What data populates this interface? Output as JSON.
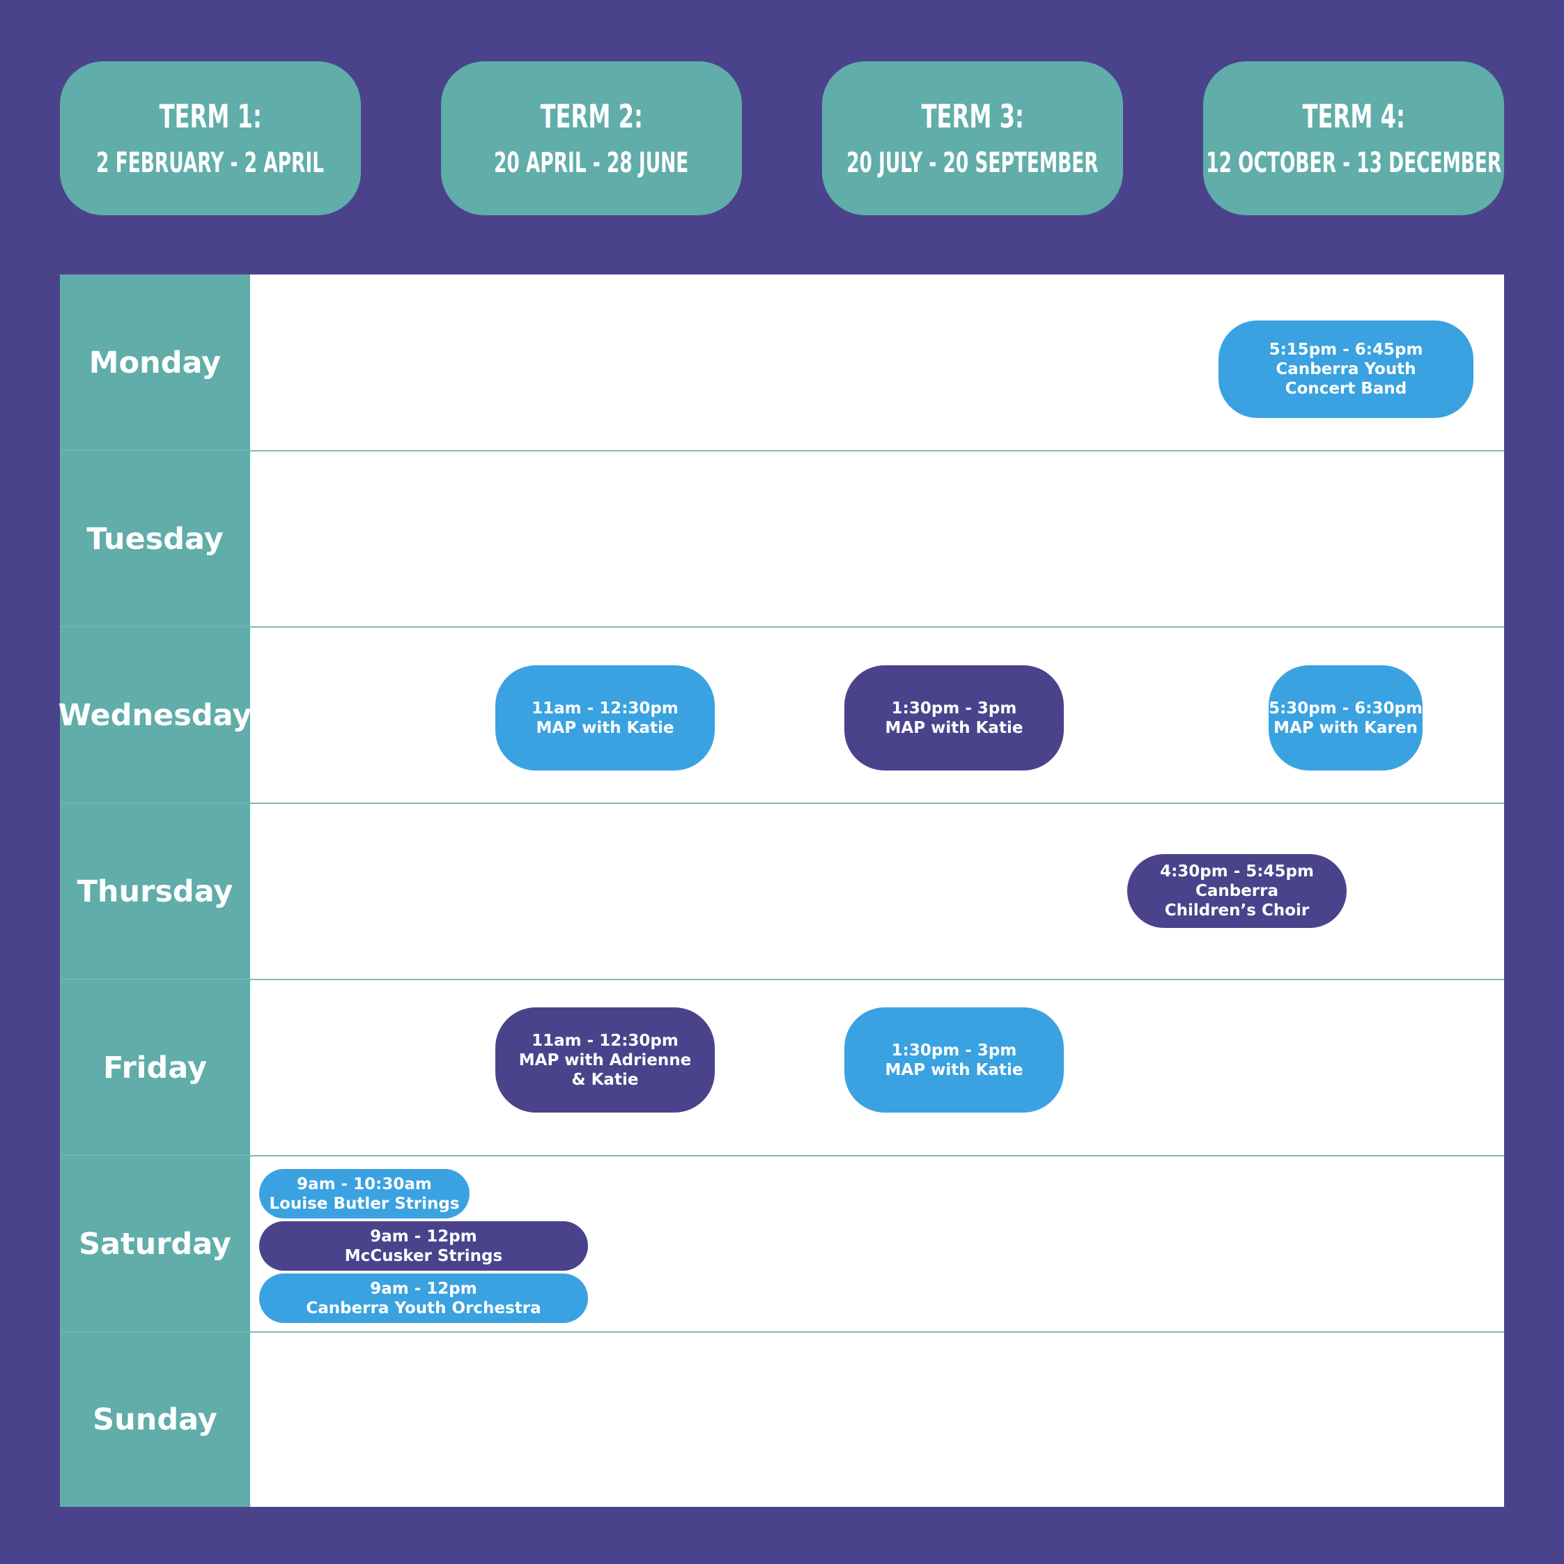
{
  "colors": {
    "background": "#4a438c",
    "teal": "#60adaa",
    "event_blue": "#3aa2e0",
    "event_purple": "#4a438c",
    "grid": "#ffffff"
  },
  "terms": [
    {
      "title": "TERM 1:",
      "dates": "2 FEBRUARY - 2 APRIL"
    },
    {
      "title": "TERM 2:",
      "dates": "20 APRIL - 28 JUNE"
    },
    {
      "title": "TERM 3:",
      "dates": "20 JULY - 20 SEPTEMBER"
    },
    {
      "title": "TERM 4:",
      "dates": "12 OCTOBER - 13 DECEMBER"
    }
  ],
  "days": [
    "Monday",
    "Tuesday",
    "Wednesday",
    "Thursday",
    "Friday",
    "Saturday",
    "Sunday"
  ],
  "events": {
    "monday": [
      {
        "time": "5:15pm - 6:45pm",
        "name_line1": "Canberra Youth",
        "name_line2": "Concert Band",
        "color": "blue"
      }
    ],
    "wednesday": [
      {
        "time": "11am - 12:30pm",
        "name_line1": "MAP with Katie",
        "color": "blue"
      },
      {
        "time": "1:30pm - 3pm",
        "name_line1": "MAP with Katie",
        "color": "purple"
      },
      {
        "time": "5:30pm - 6:30pm",
        "name_line1": "MAP with Karen",
        "color": "blue"
      }
    ],
    "thursday": [
      {
        "time": "4:30pm - 5:45pm",
        "name_line1": "Canberra",
        "name_line2": "Children’s Choir",
        "color": "purple"
      }
    ],
    "friday": [
      {
        "time": "11am - 12:30pm",
        "name_line1": "MAP with Adrienne",
        "name_line2": "& Katie",
        "color": "purple"
      },
      {
        "time": "1:30pm - 3pm",
        "name_line1": "MAP with Katie",
        "color": "blue"
      }
    ],
    "saturday": [
      {
        "time": "9am - 10:30am",
        "name_line1": "Louise Butler Strings",
        "color": "blue"
      },
      {
        "time": "9am - 12pm",
        "name_line1": "McCusker Strings",
        "color": "purple"
      },
      {
        "time": "9am - 12pm",
        "name_line1": "Canberra Youth Orchestra",
        "color": "blue"
      }
    ]
  }
}
